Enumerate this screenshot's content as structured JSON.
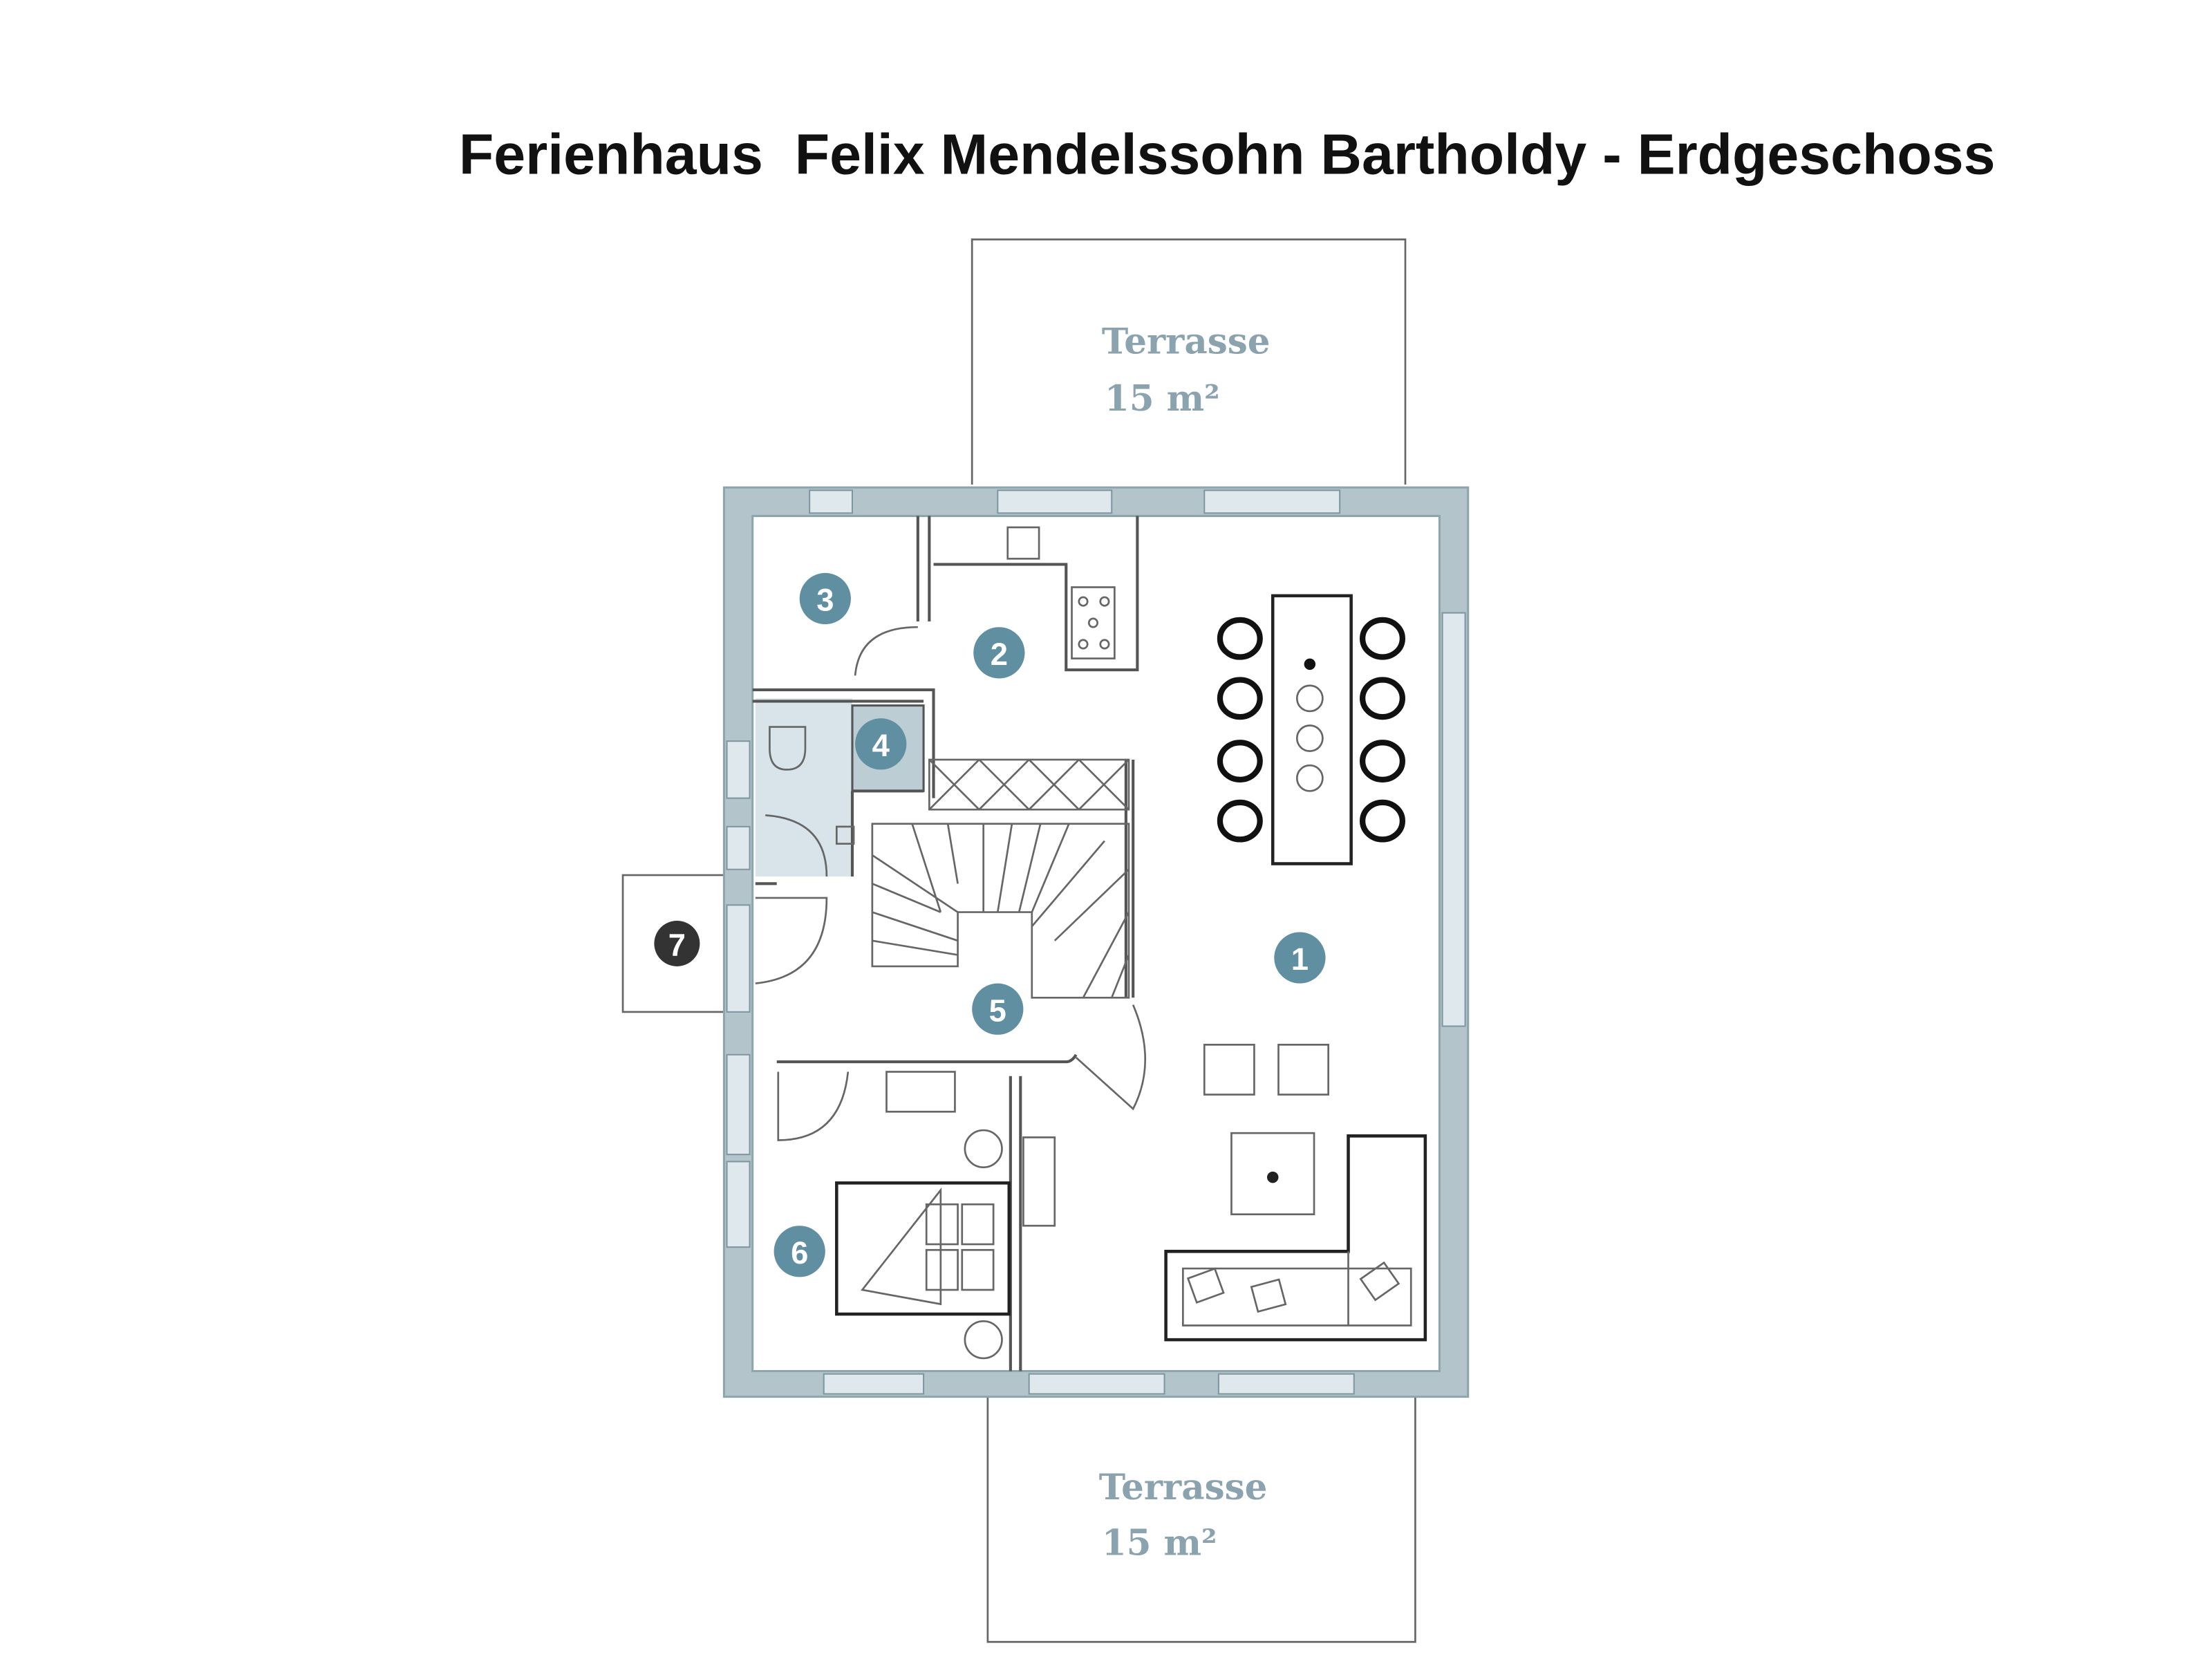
{
  "title": "Ferienhaus  Felix Mendelssohn Bartholdy - Erdgeschoss",
  "terraces": [
    {
      "name": "Terrasse",
      "area": "15 m²"
    },
    {
      "name": "Terrasse",
      "area": "15 m²"
    }
  ],
  "rooms": [
    "1",
    "2",
    "3",
    "4",
    "5",
    "6",
    "7"
  ],
  "colors": {
    "wall": "#b3c4cb",
    "label": "#5f8fa1",
    "entrance_label": "#333333"
  }
}
